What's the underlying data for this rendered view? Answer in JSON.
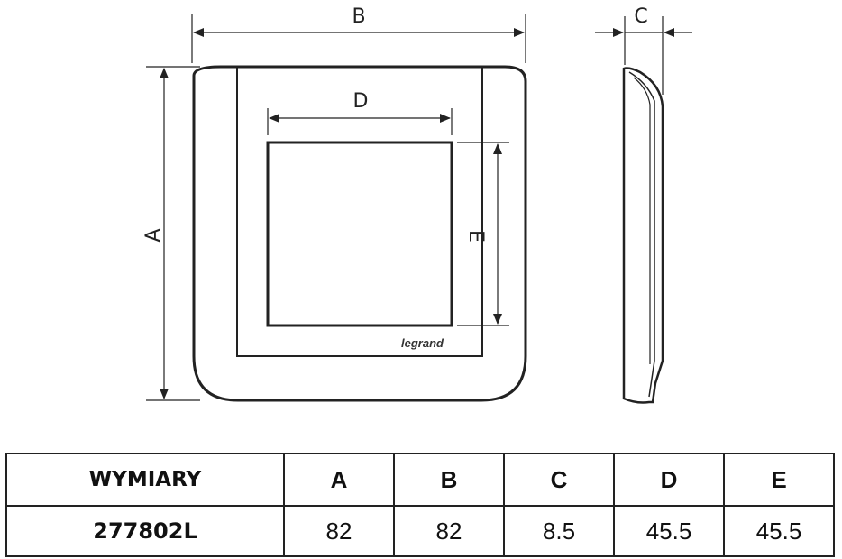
{
  "drawing": {
    "labels": {
      "a": "A",
      "b": "B",
      "c": "C",
      "d": "D",
      "e": "E"
    },
    "brand": "legrand",
    "line_color": "#222222"
  },
  "table": {
    "header": [
      "WYMIARY",
      "A",
      "B",
      "C",
      "D",
      "E"
    ],
    "rows": [
      [
        "277802L",
        "82",
        "82",
        "8.5",
        "45.5",
        "45.5"
      ]
    ]
  }
}
